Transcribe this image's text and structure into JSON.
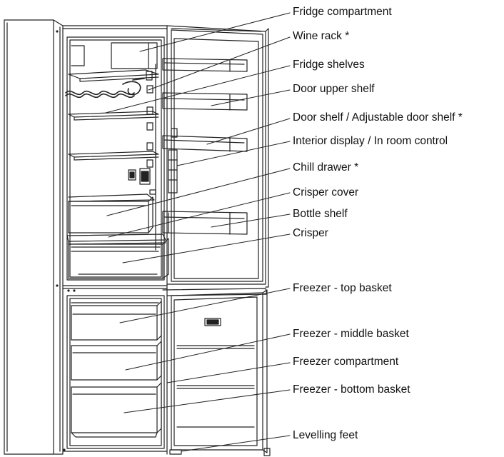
{
  "colors": {
    "stroke": "#222222",
    "text": "#111111",
    "background": "#ffffff"
  },
  "labels": [
    "Fridge compartment",
    "Wine rack *",
    "Fridge shelves",
    "Door upper shelf",
    "Door shelf / Adjustable door shelf *",
    "Interior display / In room control",
    "Chill drawer *",
    "Crisper cover",
    "Bottle shelf",
    "Crisper",
    "Freezer - top basket",
    "Freezer - middle basket",
    "Freezer compartment",
    "Freezer - bottom basket",
    "Levelling feet"
  ]
}
